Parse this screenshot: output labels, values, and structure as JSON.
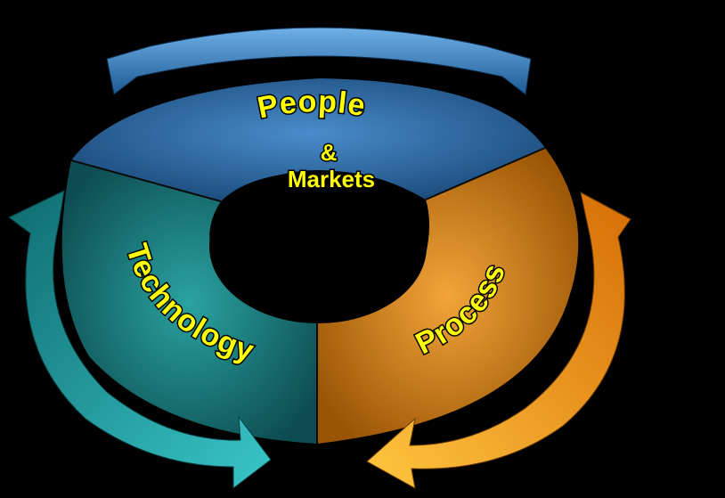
{
  "diagram": {
    "segments": [
      {
        "id": "people",
        "lines": [
          "People",
          "&",
          "Markets"
        ],
        "color": "#2f6fa8"
      },
      {
        "id": "technology",
        "lines": [
          "Technology"
        ],
        "color": "#1f8a8a"
      },
      {
        "id": "process",
        "lines": [
          "Process"
        ],
        "color": "#e58a12"
      }
    ],
    "arrows": [
      {
        "id": "top-arrow",
        "color": "#3d86c6"
      },
      {
        "id": "left-arrow",
        "color": "#1aa0a6"
      },
      {
        "id": "right-arrow",
        "color": "#f0a018"
      }
    ],
    "label_color": "#ffff00",
    "background": "#000000"
  }
}
